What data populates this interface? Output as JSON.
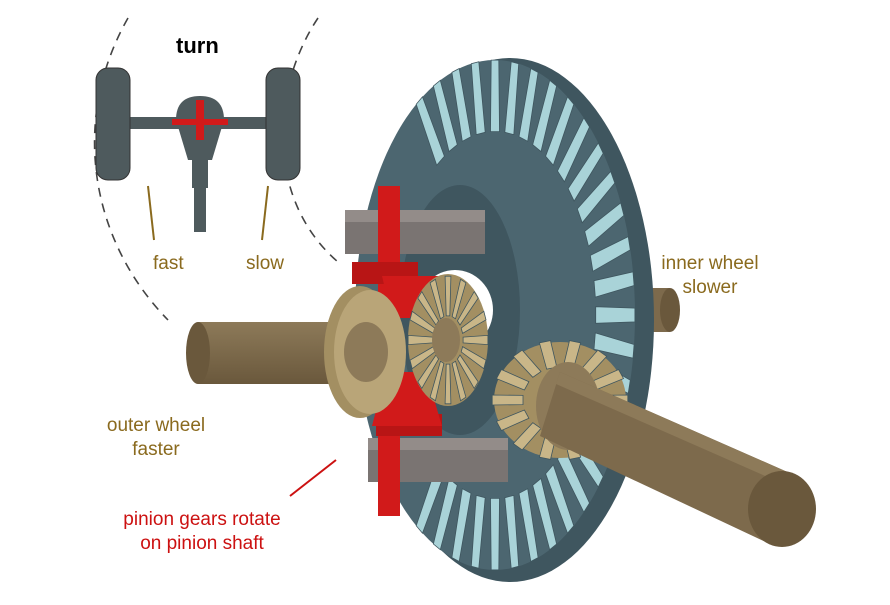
{
  "diagram": {
    "title": "turn",
    "labels": {
      "fast": "fast",
      "slow": "slow",
      "inner_wheel_line1": "inner wheel",
      "inner_wheel_line2": "slower",
      "outer_wheel_line1": "outer wheel",
      "outer_wheel_line2": "faster",
      "pinion_line1": "pinion gears rotate",
      "pinion_line2": "on pinion shaft"
    }
  },
  "colors": {
    "label_brown": "#8a6a1e",
    "label_red": "#cc1111",
    "ring_gear_teal": "#4c6670",
    "ring_gear_teeth_light": "#a9d3d8",
    "axle_brown": "#7d6a4c",
    "side_gear_tan": "#b9a578",
    "pinion_red": "#d11a1a",
    "carrier_grey": "#7a7472",
    "wheel_grey": "#4e5a5d"
  }
}
